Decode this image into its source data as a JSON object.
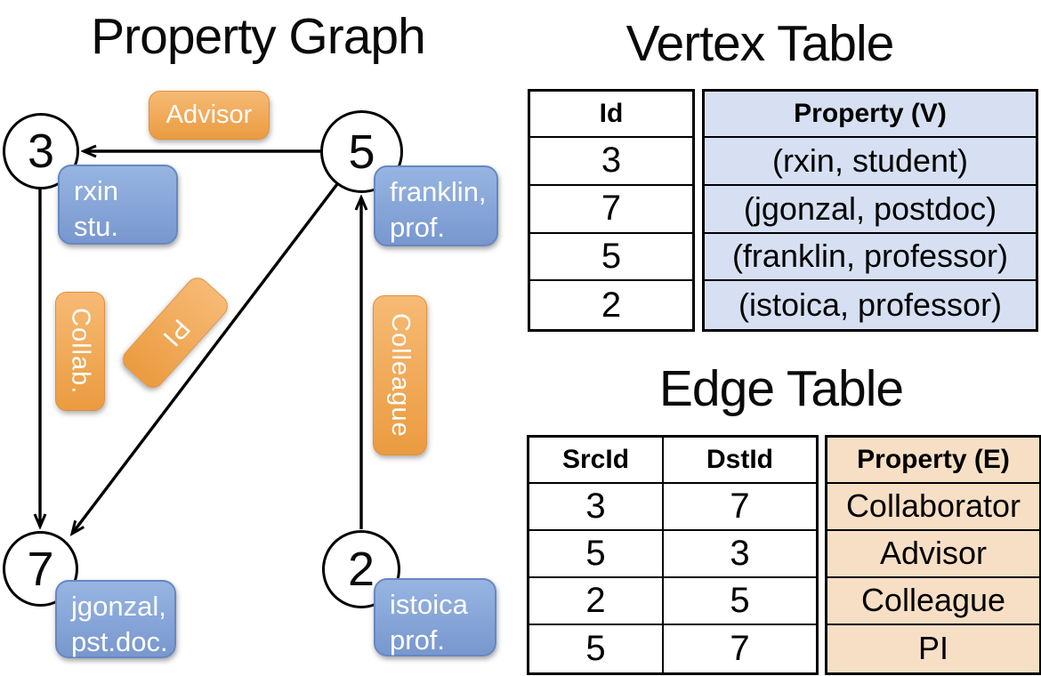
{
  "graph": {
    "title": "Property Graph",
    "nodes": [
      {
        "id": "3",
        "label_line1": "rxin",
        "label_line2": "stu."
      },
      {
        "id": "5",
        "label_line1": "franklin,",
        "label_line2": "prof."
      },
      {
        "id": "7",
        "label_line1": "jgonzal,",
        "label_line2": "pst.doc."
      },
      {
        "id": "2",
        "label_line1": "istoica",
        "label_line2": "prof."
      }
    ],
    "edge_labels": {
      "advisor": "Advisor",
      "collab": "Collab.",
      "pi": "PI",
      "colleague": "Colleague"
    }
  },
  "vertex_table": {
    "title": "Vertex Table",
    "col_id": "Id",
    "col_property": "Property (V)",
    "rows": [
      {
        "id": "3",
        "property": "(rxin, student)"
      },
      {
        "id": "7",
        "property": "(jgonzal, postdoc)"
      },
      {
        "id": "5",
        "property": "(franklin, professor)"
      },
      {
        "id": "2",
        "property": "(istoica, professor)"
      }
    ]
  },
  "edge_table": {
    "title": "Edge Table",
    "col_src": "SrcId",
    "col_dst": "DstId",
    "col_property": "Property (E)",
    "rows": [
      {
        "src": "3",
        "dst": "7",
        "property": "Collaborator"
      },
      {
        "src": "5",
        "dst": "3",
        "property": "Advisor"
      },
      {
        "src": "2",
        "dst": "5",
        "property": "Colleague"
      },
      {
        "src": "5",
        "dst": "7",
        "property": "PI"
      }
    ]
  },
  "colors": {
    "stroke": "#000000",
    "vertex_box_top": "#97b5e2",
    "vertex_box_bottom": "#7897ce",
    "vertex_box_border": "#6787c2",
    "edge_box_top": "#f6ba74",
    "edge_box_bottom": "#eb9b40",
    "edge_box_border": "#e0903c",
    "vertex_col_bg": "#d6e0f2",
    "edge_col_bg": "#f7dfc5"
  }
}
